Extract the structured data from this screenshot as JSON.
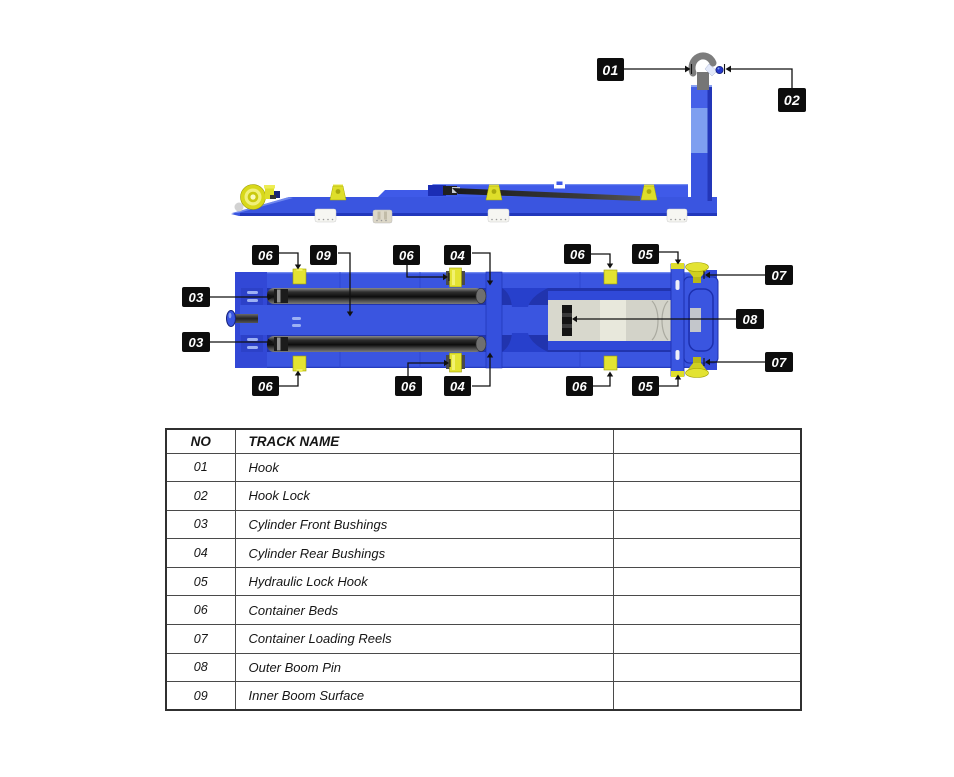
{
  "callouts": {
    "c01": "01",
    "c02": "02",
    "c03": "03",
    "c04": "04",
    "c05": "05",
    "c06": "06",
    "c07": "07",
    "c08": "08",
    "c09": "09"
  },
  "table": {
    "columns": [
      {
        "label": "NO"
      },
      {
        "label": "TRACK NAME"
      },
      {
        "label": ""
      }
    ],
    "rows": [
      {
        "no": "01",
        "name": "Hook"
      },
      {
        "no": "02",
        "name": "Hook Lock"
      },
      {
        "no": "03",
        "name": "Cylinder Front Bushings"
      },
      {
        "no": "04",
        "name": "Cylinder Rear Bushings"
      },
      {
        "no": "05",
        "name": "Hydraulic Lock Hook"
      },
      {
        "no": "06",
        "name": "Container Beds"
      },
      {
        "no": "07",
        "name": "Container Loading Reels"
      },
      {
        "no": "08",
        "name": "Outer Boom Pin"
      },
      {
        "no": "09",
        "name": "Inner Boom Surface"
      }
    ]
  },
  "colors": {
    "frame_blue": "#3a55e0",
    "frame_blue_dark": "#1c2fae",
    "light_blue": "#7e9ff0",
    "accent_yellow": "#dede2a",
    "hook_gray": "#7d7d7d",
    "callout_bg": "#0d0d0d",
    "callout_text": "#ffffff"
  }
}
